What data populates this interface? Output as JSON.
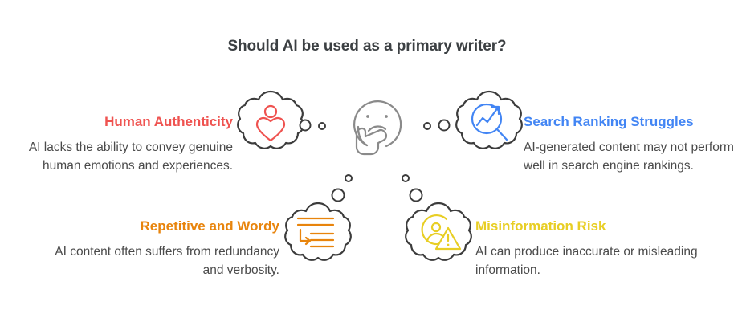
{
  "title": "Should AI be used as a primary writer?",
  "colors": {
    "title_text": "#3c4043",
    "body_text": "#4a4a4a",
    "red": "#EF5350",
    "blue": "#4285F4",
    "orange": "#E8840C",
    "yellow": "#E8CE24",
    "bubble_outline": "#3c3c3c",
    "face_outline": "#8a8a8a",
    "background": "#ffffff"
  },
  "center": {
    "icon": "thinking-face-icon",
    "description": "thinking face with hand on chin"
  },
  "blocks": [
    {
      "id": "human-authenticity",
      "heading": "Human Authenticity",
      "body": "AI lacks the ability to convey genuine human emotions and experiences.",
      "color": "#EF5350",
      "icon": "person-heart-icon",
      "position": "top-left",
      "align": "right"
    },
    {
      "id": "search-ranking",
      "heading": "Search Ranking Struggles",
      "body": "AI-generated content may not perform well in search engine rankings.",
      "color": "#4285F4",
      "icon": "magnifier-trend-icon",
      "position": "top-right",
      "align": "left"
    },
    {
      "id": "repetitive-wordy",
      "heading": "Repetitive and Wordy",
      "body": "AI content often suffers from redundancy and verbosity.",
      "color": "#E8840C",
      "icon": "text-lines-loop-icon",
      "position": "bottom-left",
      "align": "right"
    },
    {
      "id": "misinformation",
      "heading": "Misinformation Risk",
      "body": "AI can produce inaccurate or misleading information.",
      "color": "#E8CE24",
      "icon": "user-warning-icon",
      "position": "bottom-right",
      "align": "left"
    }
  ]
}
